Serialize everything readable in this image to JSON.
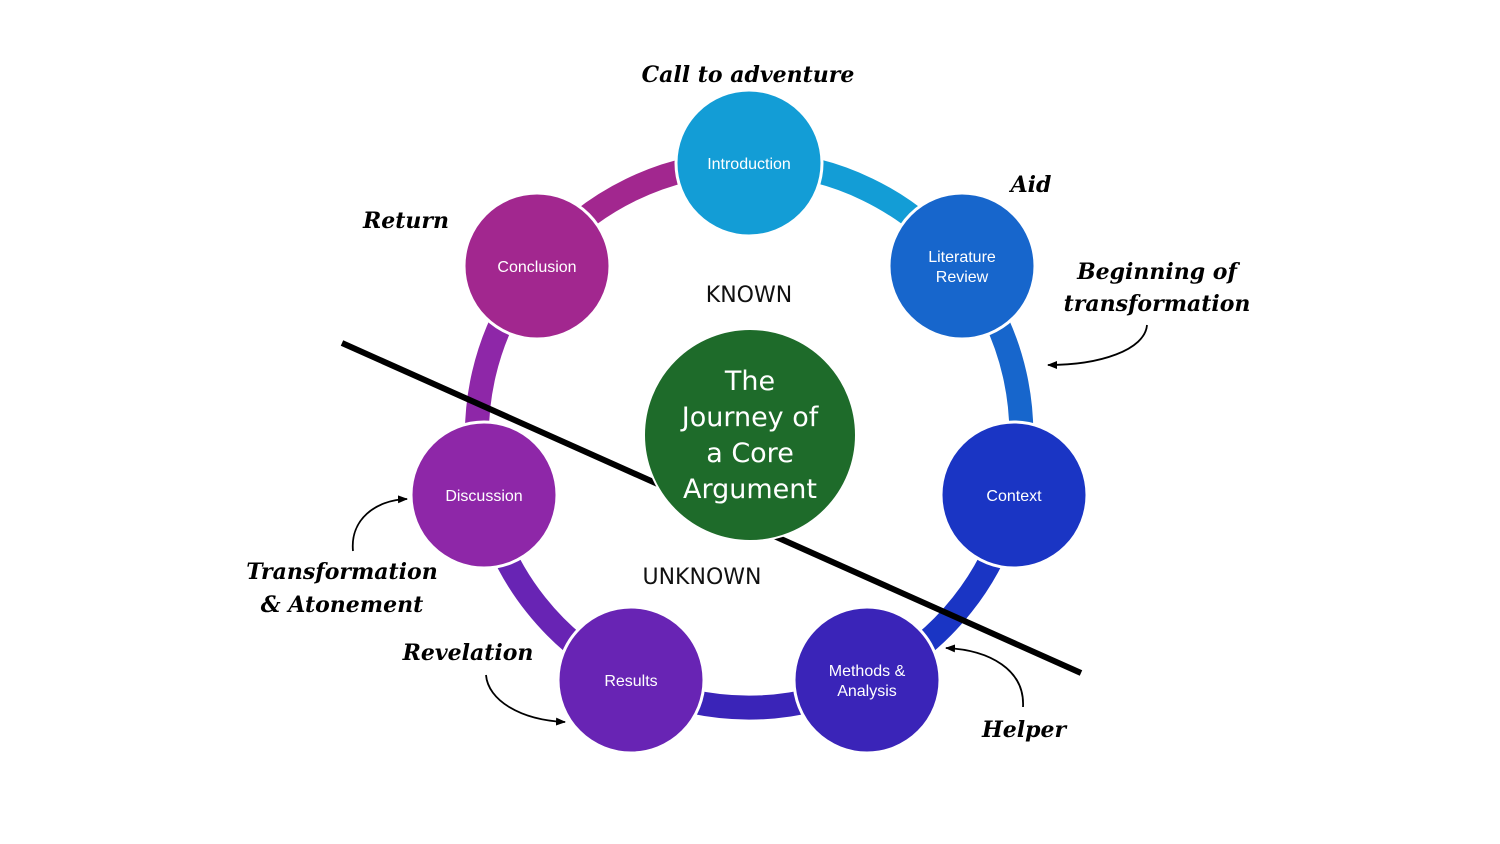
{
  "title": "The Journey of a Core Argument",
  "center": {
    "lines": [
      "The",
      "Journey of",
      "a Core",
      "Argument"
    ],
    "color": "#1e6b2a"
  },
  "regions": {
    "known": "KNOWN",
    "unknown": "UNKNOWN"
  },
  "nodes": [
    {
      "id": "introduction",
      "lines": [
        "Introduction"
      ],
      "color": "#139dd6"
    },
    {
      "id": "literature-review",
      "lines": [
        "Literature",
        "Review"
      ],
      "color": "#1766cc"
    },
    {
      "id": "context",
      "lines": [
        "Context"
      ],
      "color": "#1a35c4"
    },
    {
      "id": "methods-analysis",
      "lines": [
        "Methods &",
        "Analysis"
      ],
      "color": "#3a24b8"
    },
    {
      "id": "results",
      "lines": [
        "Results"
      ],
      "color": "#6824b4"
    },
    {
      "id": "discussion",
      "lines": [
        "Discussion"
      ],
      "color": "#8e27a8"
    },
    {
      "id": "conclusion",
      "lines": [
        "Conclusion"
      ],
      "color": "#a2278f"
    }
  ],
  "annotations": [
    {
      "id": "call-to-adventure",
      "lines": [
        "Call to adventure"
      ]
    },
    {
      "id": "aid",
      "lines": [
        "Aid"
      ]
    },
    {
      "id": "beginning-of-transformation",
      "lines": [
        "Beginning of",
        "transformation"
      ]
    },
    {
      "id": "helper",
      "lines": [
        "Helper"
      ]
    },
    {
      "id": "revelation",
      "lines": [
        "Revelation"
      ]
    },
    {
      "id": "transformation-atonement",
      "lines": [
        "Transformation",
        "& Atonement"
      ]
    },
    {
      "id": "return",
      "lines": [
        "Return"
      ]
    }
  ]
}
